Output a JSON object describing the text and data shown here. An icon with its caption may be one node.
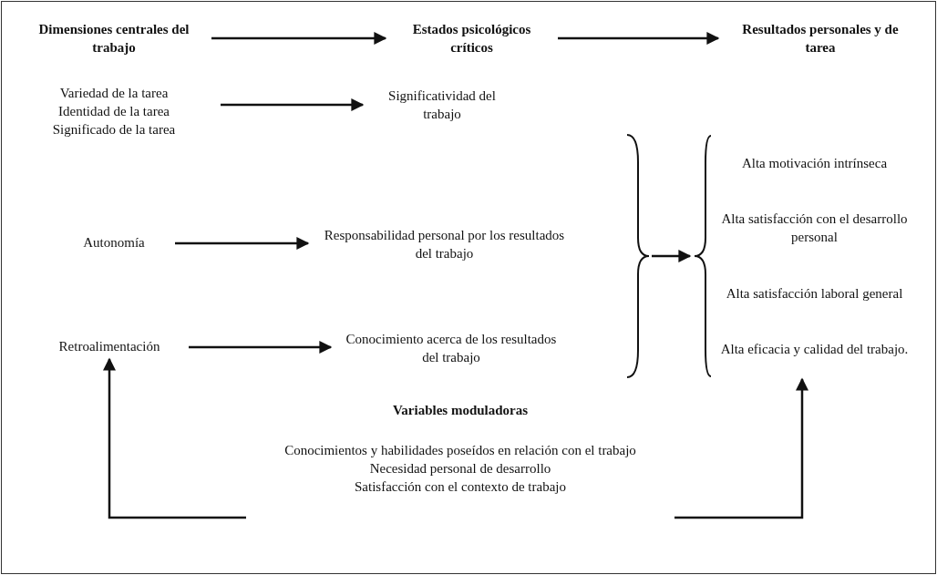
{
  "diagram": {
    "nodes": [
      {
        "text": [
          "Dimensiones centrales del trabajo"
        ]
      },
      {
        "text": [
          "Estados psicológicos críticos"
        ]
      },
      {
        "text": [
          "Resultados personales y de tarea"
        ]
      },
      {
        "text": [
          "Variedad de la tarea",
          "Identidad de la tarea",
          "Significado de la tarea"
        ]
      },
      {
        "text": [
          "Significatividad del trabajo"
        ]
      },
      {
        "text": [
          "Autonomía"
        ]
      },
      {
        "text": [
          "Responsabilidad personal por los resultados del trabajo"
        ]
      },
      {
        "text": [
          "Retroalimentación"
        ]
      },
      {
        "text": [
          "Conocimiento acerca de los resultados del trabajo"
        ]
      },
      {
        "text": [],
        "shape": "brace"
      },
      {
        "text": [
          "Alta motivación intrínseca",
          "Alta satisfacción con el desarrollo personal",
          "Alta satisfacción laboral general",
          "Alta eficacia y calidad del trabajo."
        ]
      },
      {
        "text": [
          "Variables moduladoras",
          "Conocimientos y habilidades poseídos en relación con el trabajo",
          "Necesidad personal de desarrollo",
          "Satisfacción con el contexto de trabajo"
        ]
      }
    ],
    "edges": [
      {
        "from": 0,
        "to": 1,
        "arrow": "to"
      },
      {
        "from": 1,
        "to": 2,
        "arrow": "to"
      },
      {
        "from": 3,
        "to": 4,
        "arrow": "to"
      },
      {
        "from": 5,
        "to": 6,
        "arrow": "to"
      },
      {
        "from": 7,
        "to": 8,
        "arrow": "to"
      },
      {
        "from": 9,
        "to": 10,
        "arrow": "to"
      },
      {
        "from": 11,
        "to": 7,
        "arrow": "to"
      },
      {
        "from": 11,
        "to": 10,
        "arrow": "to"
      }
    ]
  }
}
